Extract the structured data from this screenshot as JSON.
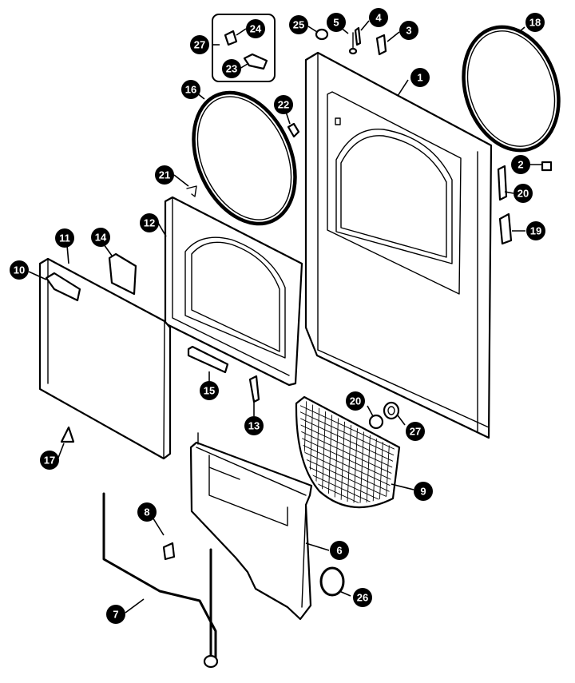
{
  "diagram": {
    "callouts": [
      {
        "id": "c1",
        "label": "1"
      },
      {
        "id": "c2",
        "label": "2"
      },
      {
        "id": "c3",
        "label": "3"
      },
      {
        "id": "c4",
        "label": "4"
      },
      {
        "id": "c5",
        "label": "5"
      },
      {
        "id": "c6",
        "label": "6"
      },
      {
        "id": "c7",
        "label": "7"
      },
      {
        "id": "c8",
        "label": "8"
      },
      {
        "id": "c9",
        "label": "9"
      },
      {
        "id": "c10",
        "label": "10"
      },
      {
        "id": "c11",
        "label": "11"
      },
      {
        "id": "c12",
        "label": "12"
      },
      {
        "id": "c13",
        "label": "13"
      },
      {
        "id": "c14",
        "label": "14"
      },
      {
        "id": "c15",
        "label": "15"
      },
      {
        "id": "c16",
        "label": "16"
      },
      {
        "id": "c17",
        "label": "17"
      },
      {
        "id": "c18",
        "label": "18"
      },
      {
        "id": "c19",
        "label": "19"
      },
      {
        "id": "c20a",
        "label": "20"
      },
      {
        "id": "c20b",
        "label": "20"
      },
      {
        "id": "c21",
        "label": "21"
      },
      {
        "id": "c22",
        "label": "22"
      },
      {
        "id": "c23",
        "label": "23"
      },
      {
        "id": "c24",
        "label": "24"
      },
      {
        "id": "c25",
        "label": "25"
      },
      {
        "id": "c26",
        "label": "26"
      },
      {
        "id": "c27a",
        "label": "27"
      },
      {
        "id": "c27b",
        "label": "27"
      }
    ]
  }
}
